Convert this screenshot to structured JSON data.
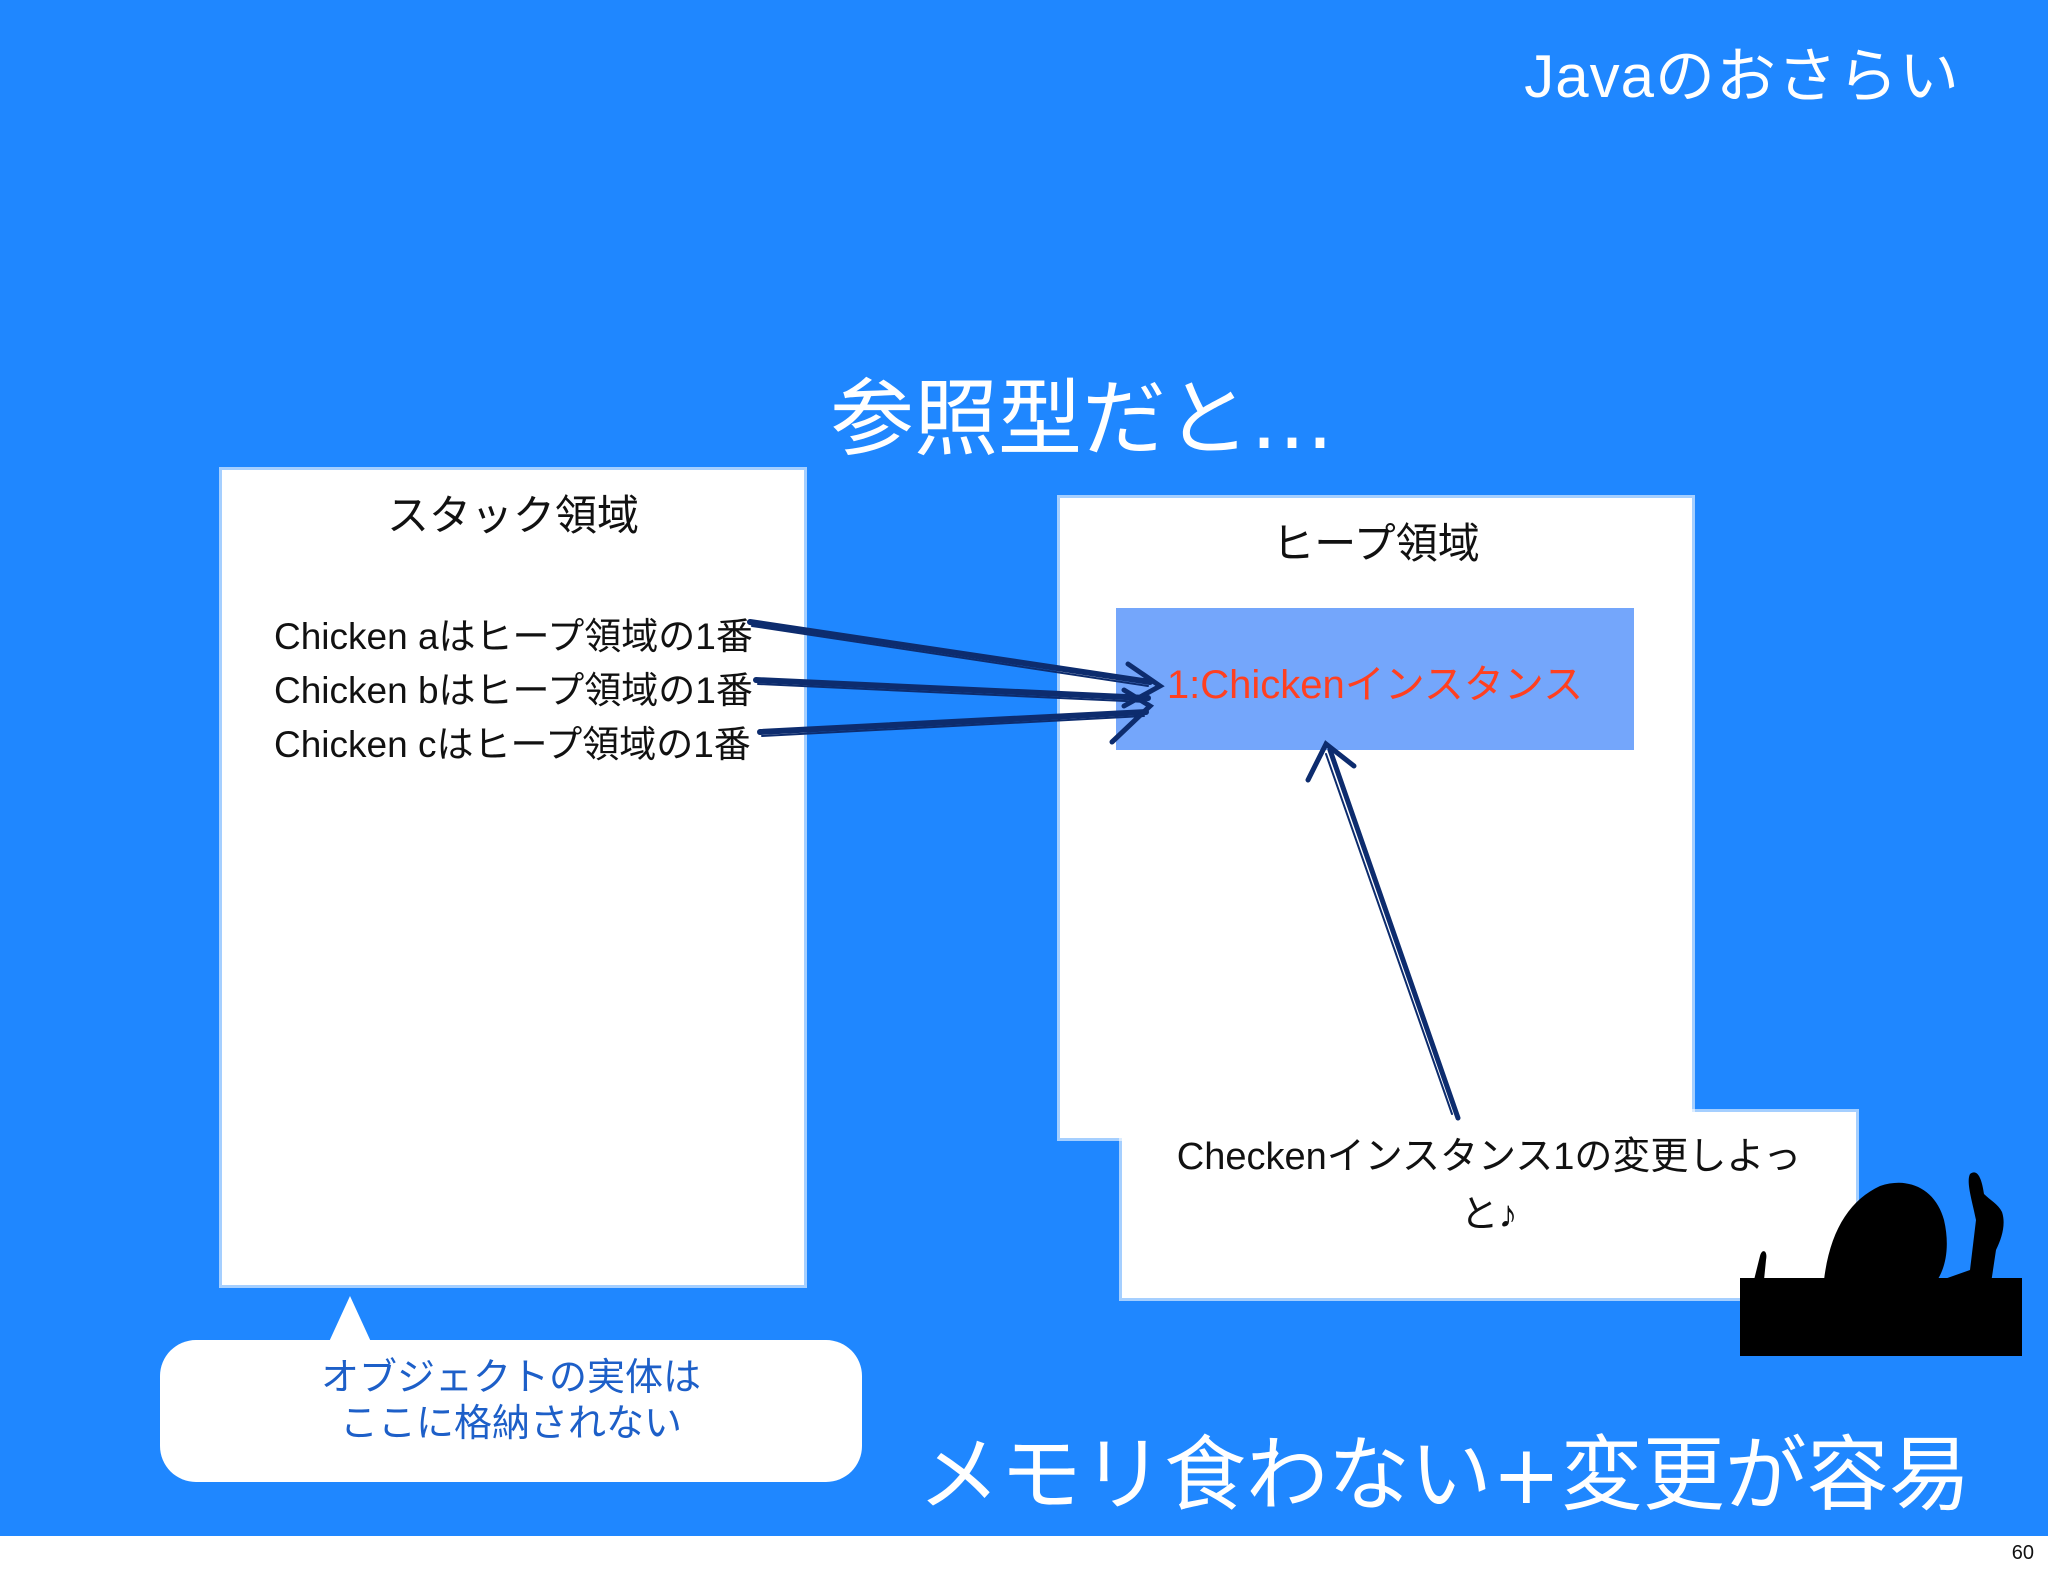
{
  "header": {
    "corner_title": "Javaのおさらい"
  },
  "heading": "参照型だと…",
  "stack": {
    "title": "スタック領域",
    "lines": [
      "Chicken aはヒープ領域の1番",
      "Chicken bはヒープ領域の1番",
      "Chicken cはヒープ領域の1番"
    ]
  },
  "heap": {
    "title": "ヒープ領域",
    "instance_label": "1:Chickenインスタンス"
  },
  "comment": {
    "line1": "Checkenインスタンス1の変更しよっ",
    "line2": "と♪"
  },
  "callout": {
    "line1": "オブジェクトの実体は",
    "line2": "ここに格納されない"
  },
  "conclusion": "メモリ食わない+変更が容易",
  "page_number": "60",
  "colors": {
    "slide_background": "#1f87ff",
    "box": "#ffffff",
    "instance_fill": "#74a6fb",
    "instance_text": "#ff4020",
    "arrow": "#0d2c6e",
    "callout_text": "#1d5fc8"
  }
}
